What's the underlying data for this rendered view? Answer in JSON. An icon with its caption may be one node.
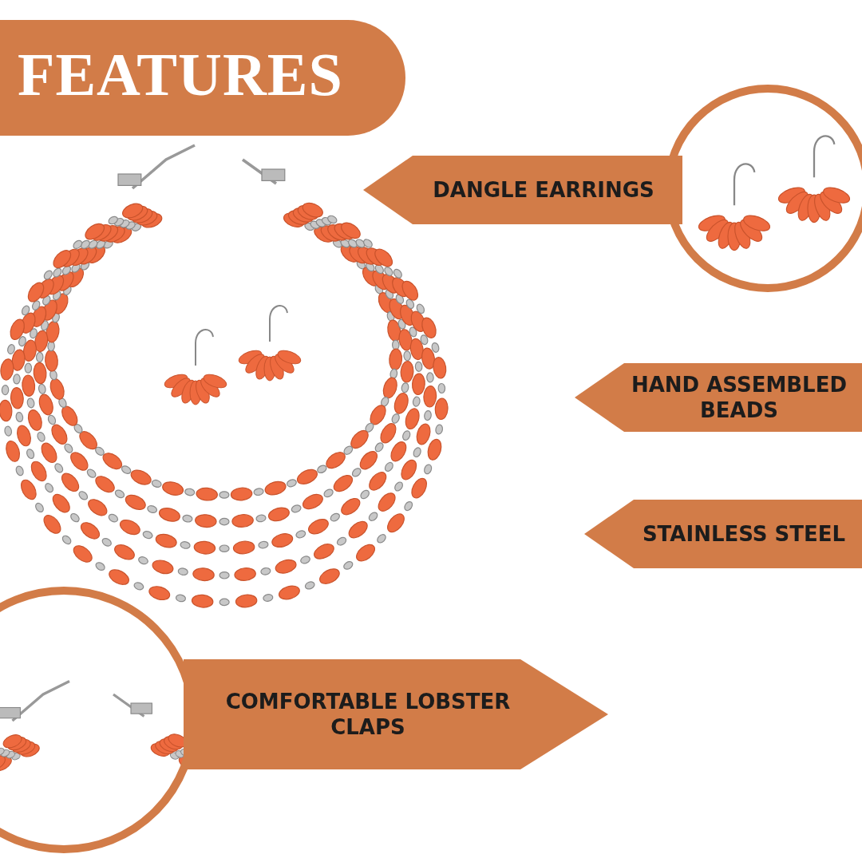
{
  "diagram": {
    "title": "FEATURES",
    "nodes": [
      {
        "text": [
          "DANGLE EARRINGS"
        ]
      },
      {
        "text": [
          "HAND ASSEMBLED BEADS"
        ]
      },
      {
        "text": [
          "STAINLESS STEEL"
        ]
      },
      {
        "text": [
          "COMFORTABLE LOBSTER CLAPS"
        ]
      }
    ],
    "edges": []
  }
}
